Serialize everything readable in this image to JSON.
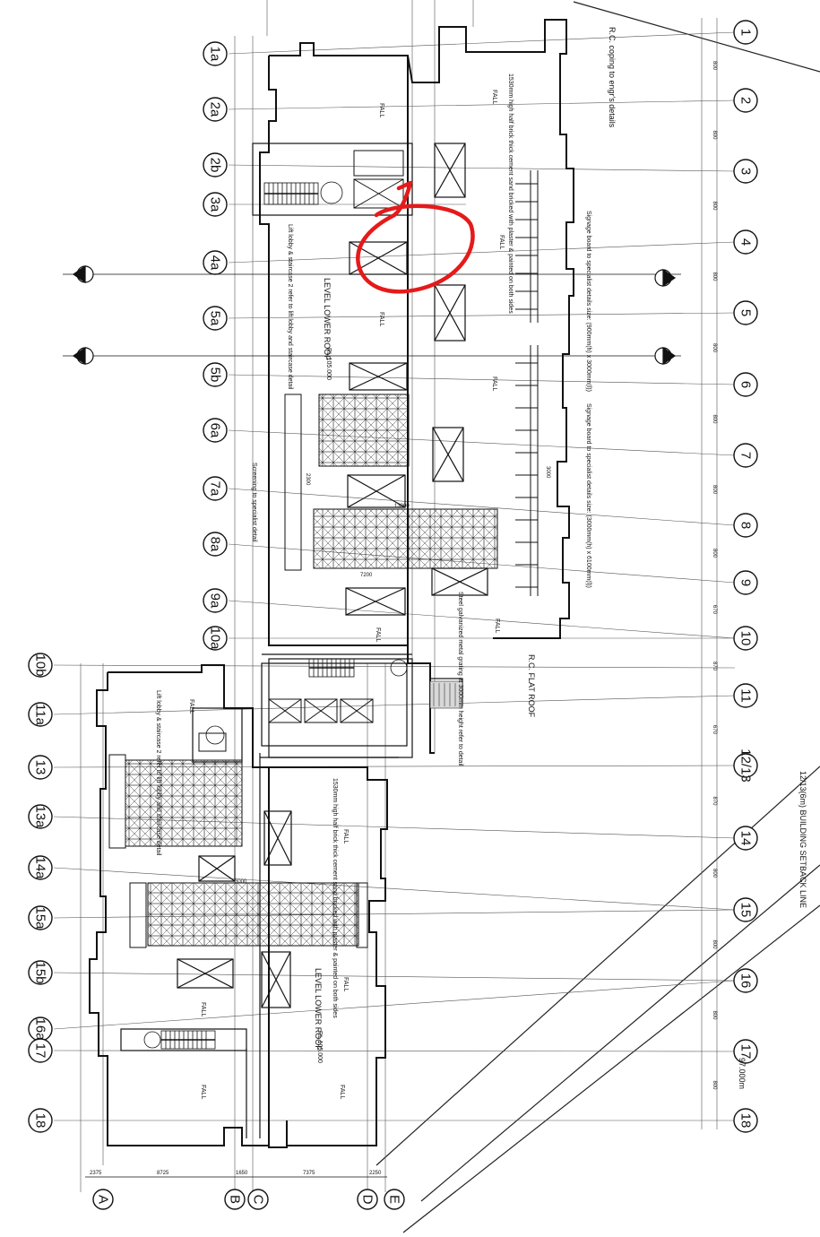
{
  "right_grid": [
    "1",
    "2",
    "3",
    "4",
    "5",
    "6",
    "7",
    "8",
    "9",
    "10",
    "11",
    "12/13",
    "14",
    "15",
    "16",
    "17",
    "18"
  ],
  "left_grid": [
    "1a",
    "2a",
    "2b",
    "3a",
    "4a",
    "5a",
    "5b",
    "6a",
    "7a",
    "8a",
    "9a",
    "10a",
    "10b",
    "11a",
    "13",
    "13a",
    "14a",
    "15a",
    "15b",
    "16a",
    "17"
  ],
  "bottom_grid": [
    "A",
    "B",
    "C",
    "D",
    "E"
  ],
  "bottom_dims": [
    "2375",
    "8725",
    "1650",
    "7375",
    "2250"
  ],
  "right_dims": [
    "800",
    "800",
    "800",
    "800",
    "800",
    "800",
    "800",
    "800",
    "670",
    "870",
    "670",
    "870",
    "800",
    "800",
    "800",
    "800"
  ],
  "notes": {
    "rc_coping": "R.C. coping to engr's details",
    "parapet_upper": "1530mm high half brick thick cement sand bricked with plaster & painted on both sides",
    "parapet_lower": "1530mm high half brick thick cement sand bricked with plaster & painted on both sides",
    "signage_1": "Signage board to specialist details size: (900mm(h) x 3000mm(l))",
    "signage_2": "Signage board to specialist details size: (3000mm(h) x 6100mm(l))",
    "lift_upper": "Lift lobby & staircase 2 refer to lift lobby and staircase detail",
    "lift_lower": "Lift lobby & staircase 2 refer to lift lobby and staircase detail",
    "screening": "Screening to specialist detail",
    "steel_grating": "Steel galvanized metal grating at 3000mm height refer to detail",
    "level_upper": "LEVEL LOWER ROOF",
    "level_lower": "LEVEL LOWER ROOF",
    "rc_flat_roof": "R.C. FLAT ROOF",
    "rl_upper": "RL 105.000",
    "rl_lower": "RL 105.000",
    "setback": "12/13(6m) BUILDING SETBACK LINE",
    "level_sm": "97.000m",
    "fall": "FALL",
    "dm": "DM",
    "numeric_a": "3000",
    "numeric_b": "13000",
    "numeric_c": "7200",
    "numeric_d": "2300",
    "numeric_e": "3000"
  },
  "colors": {
    "ink": "#111111",
    "grid": "#444444",
    "markup": "#e51a1a"
  }
}
